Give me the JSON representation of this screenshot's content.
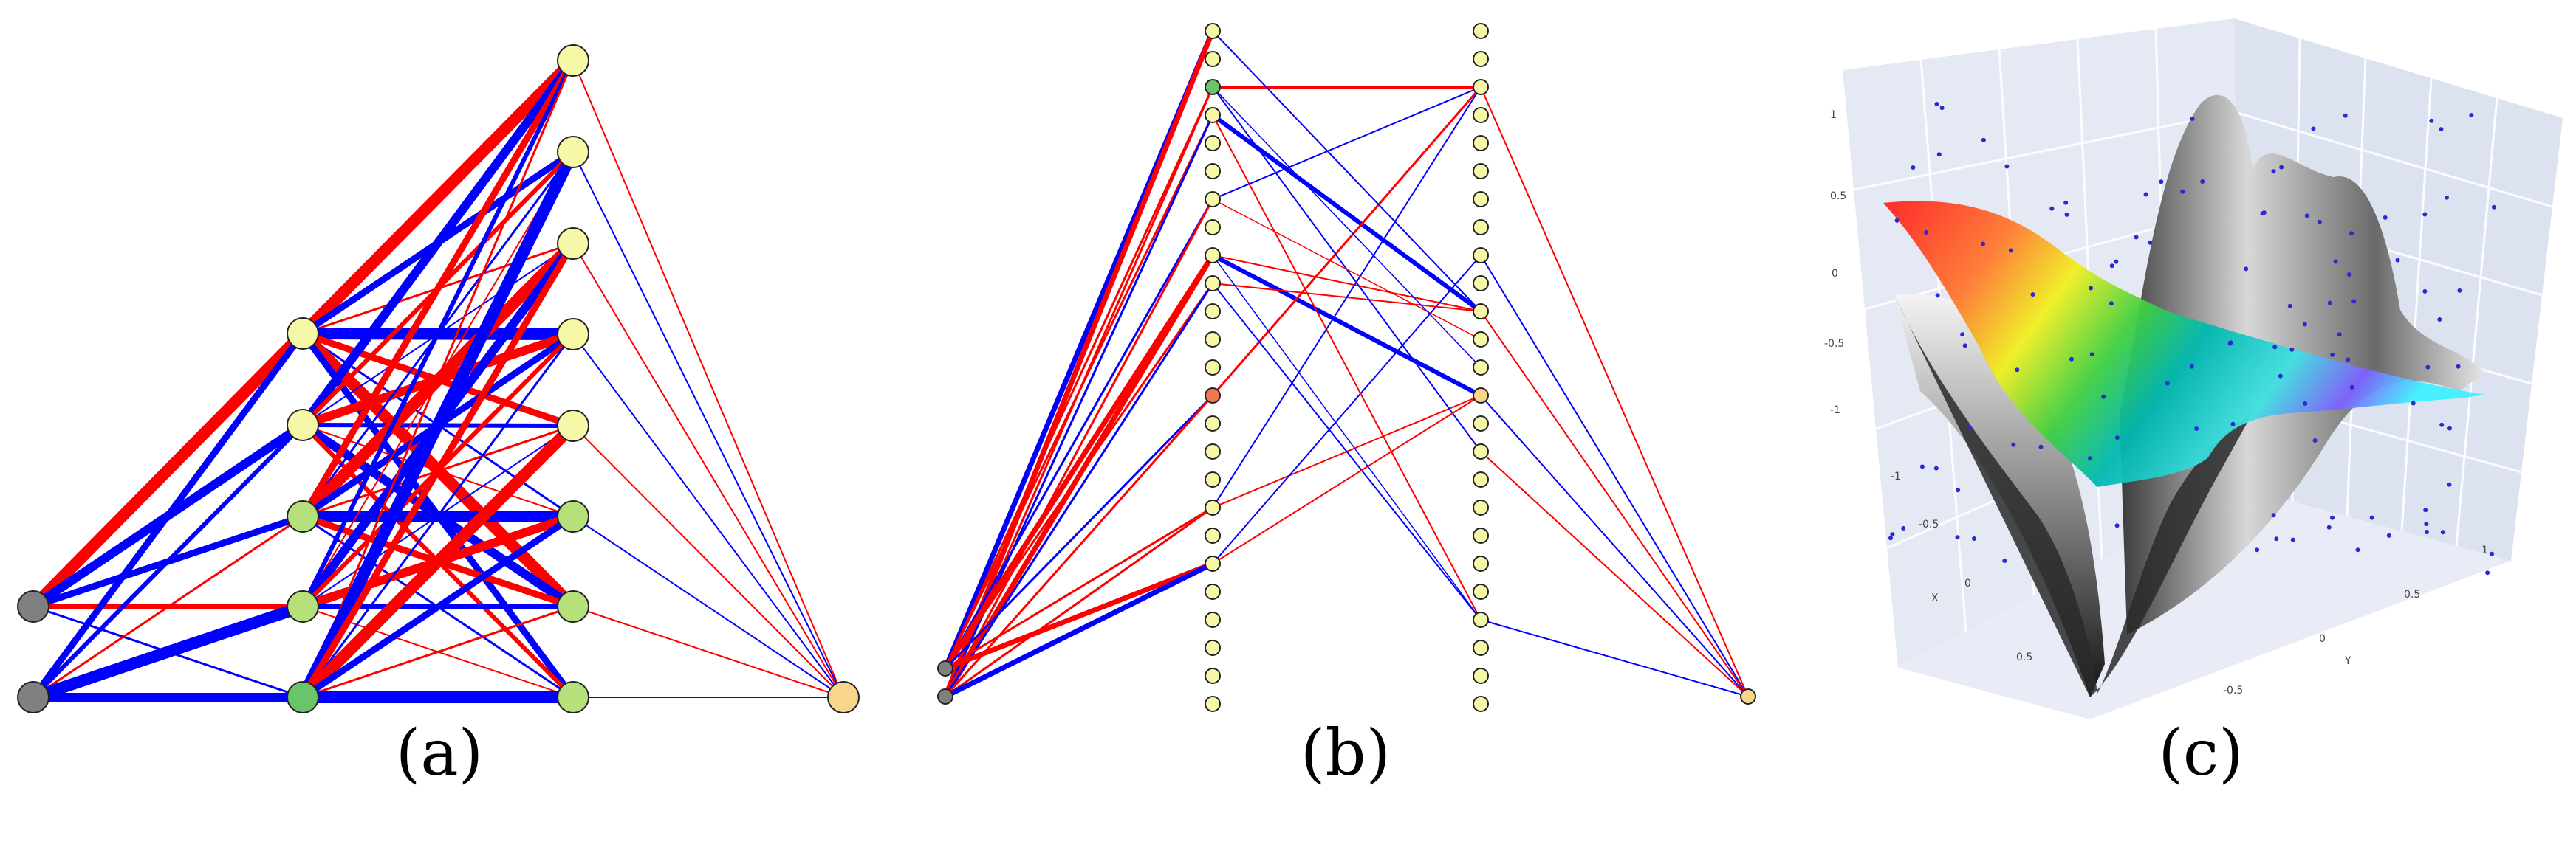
{
  "captions": {
    "a": "(a)",
    "b": "(b)",
    "c": "(c)"
  },
  "colors": {
    "positive": "#ff0000",
    "negative": "#0000ff",
    "node_input": "#808080",
    "node_hidden_light": "#f7f7a8",
    "node_hidden_green": "#b6e07a",
    "node_active_green": "#6ac46a",
    "node_output": "#f7d58a",
    "node_orange": "#f07850",
    "plot_background": "#e5e9f4"
  },
  "panel_c": {
    "axis_labels": {
      "x": "X",
      "y": "Y"
    },
    "x_ticks": [
      "-0.5",
      "0",
      "0.5"
    ],
    "y_ticks": [
      "-0.5",
      "0",
      "0.5",
      "1"
    ],
    "z_ticks": [
      "1",
      "0.5",
      "0",
      "-0.5",
      "-1",
      "-1"
    ]
  }
}
